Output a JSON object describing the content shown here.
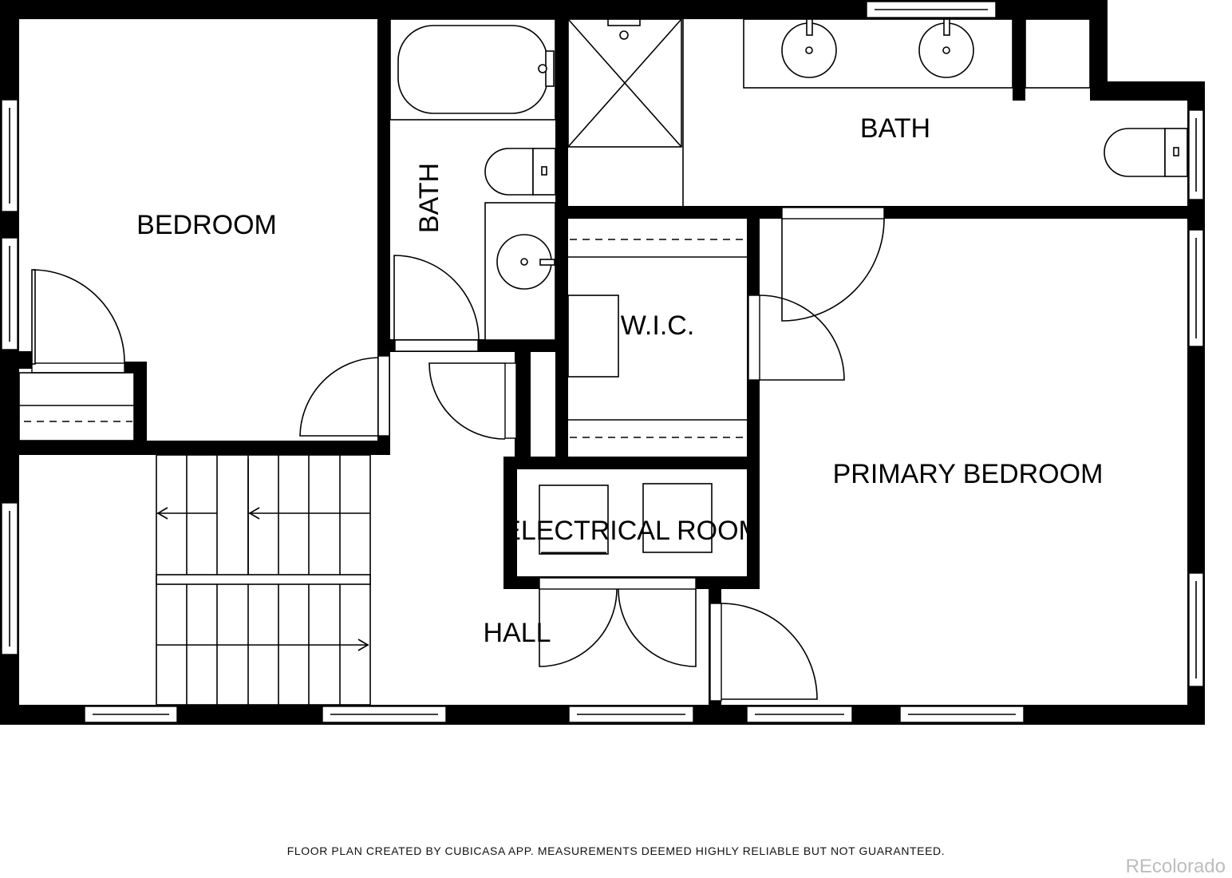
{
  "rooms": {
    "bedroom": "BEDROOM",
    "bath_left": "BATH",
    "bath_right": "BATH",
    "wic": "W.I.C.",
    "primary_bedroom": "PRIMARY BEDROOM",
    "electrical_room": "ELECTRICAL ROOM",
    "hall": "HALL"
  },
  "footer": {
    "disclaimer": "FLOOR PLAN CREATED BY CUBICASA APP. MEASUREMENTS DEEMED HIGHLY RELIABLE BUT NOT GUARANTEED.",
    "watermark": "REcolorado"
  }
}
